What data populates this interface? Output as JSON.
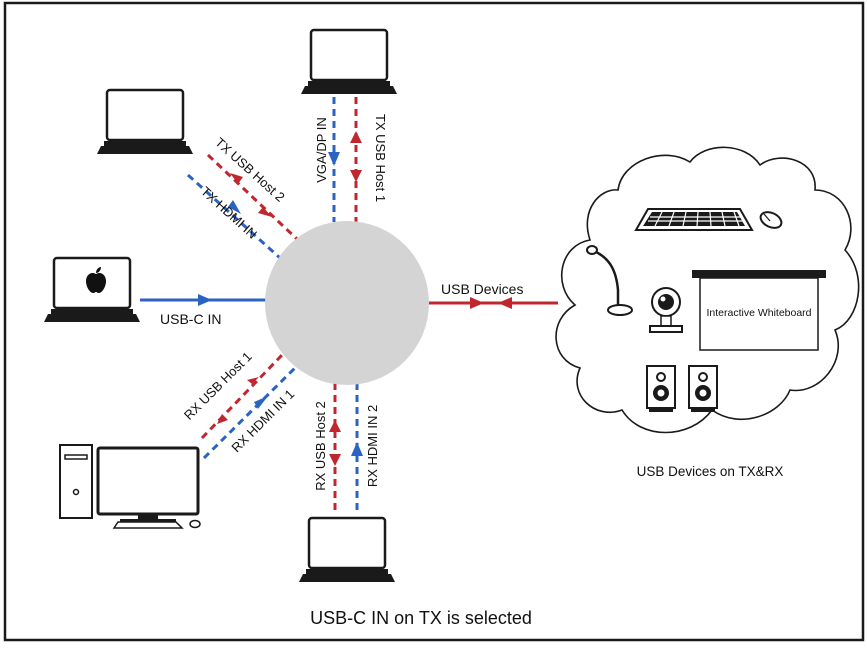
{
  "labels": {
    "usb_c_in": "USB-C IN",
    "usb_devices": "USB Devices",
    "tx_usb_host_2": "TX USB Host 2",
    "tx_hdmi_in": "TX HDMI IN",
    "vga_dp_in": "VGA/DP IN",
    "tx_usb_host_1": "TX USB Host 1",
    "rx_usb_host_1": "RX USB Host 1",
    "rx_hdmi_in_1": "RX HDMI IN 1",
    "rx_usb_host_2": "RX USB Host 2",
    "rx_hdmi_in_2": "RX HDMI IN 2",
    "whiteboard": "Interactive Whiteboard",
    "cloud_caption": "USB Devices on TX&RX",
    "footer": "USB-C IN on TX is selected"
  },
  "colors": {
    "video": "#2b63c2",
    "usb": "#c0262e",
    "hub": "#d4d4d4",
    "outline": "#1a1a1a"
  },
  "icons": {
    "laptop": "laptop-icon",
    "apple": "apple-logo-icon",
    "desktop": "desktop-pc-icon",
    "keyboard": "keyboard-icon",
    "mouse": "mouse-icon",
    "microphone": "microphone-icon",
    "webcam": "webcam-icon",
    "speaker": "speaker-icon"
  }
}
